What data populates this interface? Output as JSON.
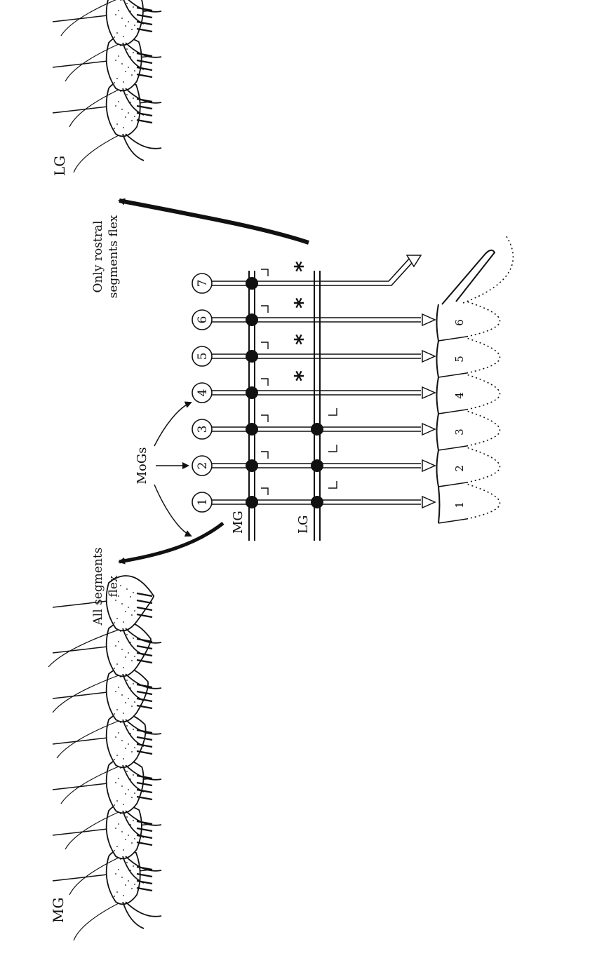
{
  "labels": {
    "mg_left": "MG",
    "lg_right": "LG",
    "mg_axon": "MG",
    "lg_axon": "LG",
    "mogs": "MoGs",
    "all_segments_flex": "All segments flex",
    "only_rostral_flex": "Only rostral segments flex"
  },
  "ganglia": [
    "1",
    "2",
    "3",
    "4",
    "5",
    "6",
    "7"
  ],
  "segments": [
    "1",
    "2",
    "3",
    "4",
    "5",
    "6"
  ],
  "lg_synapse_ganglia": [
    "1",
    "2",
    "3"
  ],
  "asterisk_ganglia": [
    "4",
    "5",
    "6",
    "7"
  ],
  "asterisk_symbol": "*",
  "frames_per_sequence": 7
}
